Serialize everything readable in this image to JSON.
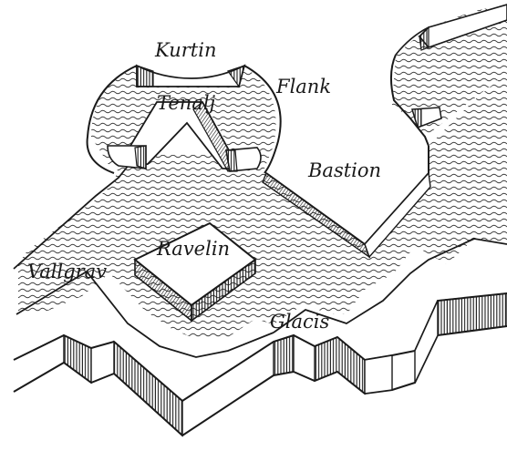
{
  "labels": {
    "kurtin": "Kurtin",
    "flank": "Flank",
    "tenalj": "Tenalj",
    "bastion": "Bastion",
    "ravelin": "Ravelin",
    "vallgrav": "Vallgrav",
    "glacis": "Glacis"
  },
  "colors": {
    "ink": "#1a1a1a",
    "paper": "#ffffff",
    "water_hatch": "#3a3a3a"
  }
}
